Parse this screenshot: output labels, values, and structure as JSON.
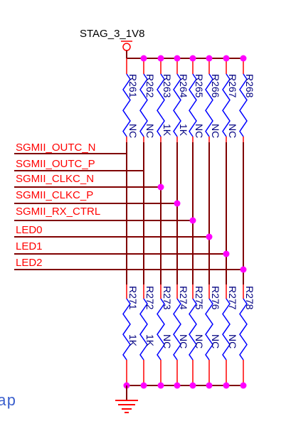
{
  "power_rail": {
    "label": "STAG_3_1V8"
  },
  "nets": [
    {
      "name": "SGMII_OUTC_N",
      "top": "none",
      "bottom": "none"
    },
    {
      "name": "SGMII_OUTC_P",
      "top": "none",
      "bottom": "none"
    },
    {
      "name": "SGMII_CLKC_N",
      "top": "none",
      "bottom": "both"
    },
    {
      "name": "SGMII_CLKC_P",
      "top": "none",
      "bottom": "both"
    },
    {
      "name": "SGMII_RX_CTRL",
      "top": "none",
      "bottom": "both"
    },
    {
      "name": "LED0",
      "top": "none",
      "bottom": "both"
    },
    {
      "name": "LED1",
      "top": "none",
      "bottom": "both"
    },
    {
      "name": "LED2",
      "top": "none",
      "bottom": "both"
    }
  ],
  "top_resistors": [
    {
      "ref": "R261",
      "value": "NC"
    },
    {
      "ref": "R262",
      "value": "NC"
    },
    {
      "ref": "R263",
      "value": "1K"
    },
    {
      "ref": "R264",
      "value": "1K"
    },
    {
      "ref": "R265",
      "value": "NC"
    },
    {
      "ref": "R266",
      "value": "NC"
    },
    {
      "ref": "R267",
      "value": "NC"
    },
    {
      "ref": "R268",
      "value": ""
    }
  ],
  "bottom_resistors": [
    {
      "ref": "R271",
      "value": "1K"
    },
    {
      "ref": "R272",
      "value": "1K"
    },
    {
      "ref": "R273",
      "value": "NC"
    },
    {
      "ref": "R274",
      "value": "NC"
    },
    {
      "ref": "R275",
      "value": "NC"
    },
    {
      "ref": "R276",
      "value": "NC"
    },
    {
      "ref": "R277",
      "value": "NC"
    },
    {
      "ref": "R278",
      "value": ""
    }
  ],
  "page_fragment": "ap",
  "colors": {
    "wire": "#800000",
    "resistor": "#0000ff",
    "net_label": "#ff0000",
    "junction": "#ff00ff",
    "ground": "#ff0000"
  },
  "icons": {
    "power": "power-ring-icon",
    "ground": "ground-icon"
  }
}
